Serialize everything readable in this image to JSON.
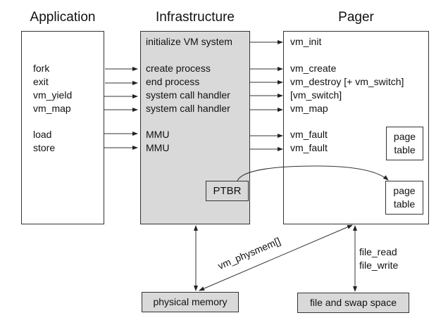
{
  "columns": {
    "application": {
      "title": "Application",
      "items": [
        "fork",
        "exit",
        "vm_yield",
        "vm_map",
        "load",
        "store"
      ]
    },
    "infrastructure": {
      "title": "Infrastructure",
      "items": [
        "initialize VM system",
        "create process",
        "end process",
        "system call handler",
        "system call handler",
        "MMU",
        "MMU"
      ],
      "ptbr": "PTBR"
    },
    "pager": {
      "title": "Pager",
      "items": [
        "vm_init",
        "vm_create",
        "vm_destroy [+ vm_switch]",
        "[vm_switch]",
        "vm_map",
        "vm_fault",
        "vm_fault"
      ],
      "page_table_1": [
        "page",
        "table"
      ],
      "page_table_2": [
        "page",
        "table"
      ]
    }
  },
  "bottom": {
    "physical_memory": "physical memory",
    "file_swap": "file and swap space",
    "physmem_label": "vm_physmem[]",
    "file_ops": [
      "file_read",
      "file_write"
    ]
  },
  "colors": {
    "gray_fill": "#d9d9d9",
    "line": "#333333"
  }
}
